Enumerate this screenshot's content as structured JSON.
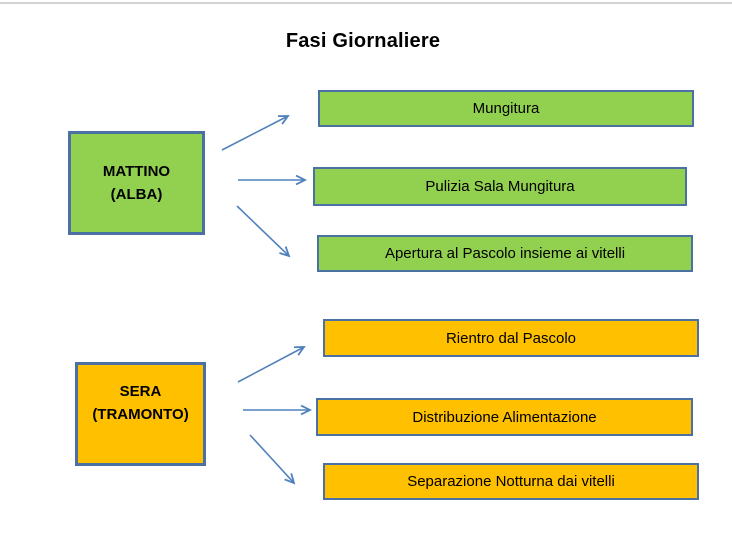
{
  "page": {
    "title": "Fasi Giornaliere"
  },
  "colors": {
    "morning_fill": "#92d050",
    "evening_fill": "#ffc000",
    "box_border": "#4a70a4",
    "arrow": "#4f81bd",
    "top_rule": "#d3d3d3",
    "text": "#000000"
  },
  "diagram": {
    "morning": {
      "label_line1": "MATTINO",
      "label_line2": "(ALBA)",
      "tasks": [
        "Mungitura",
        "Pulizia Sala Mungitura",
        "Apertura al Pascolo insieme ai vitelli"
      ]
    },
    "evening": {
      "label_line1": "SERA",
      "label_line2": "(TRAMONTO)",
      "tasks": [
        "Rientro dal Pascolo",
        "Distribuzione Alimentazione",
        "Separazione Notturna dai vitelli"
      ]
    }
  }
}
